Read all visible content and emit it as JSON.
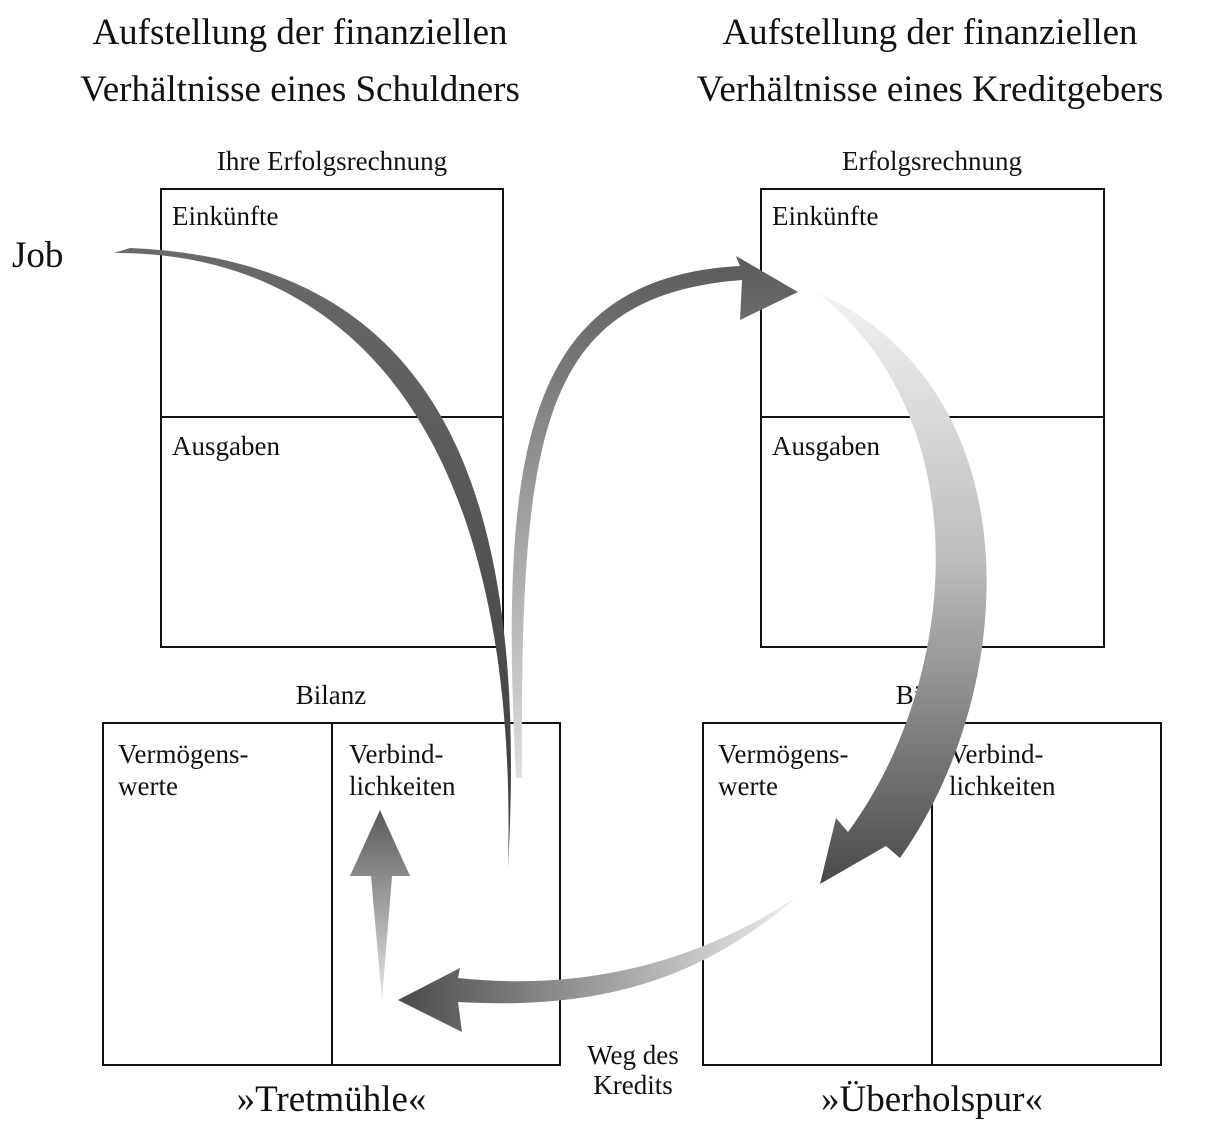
{
  "debtor": {
    "title_line1": "Aufstellung der finanziellen",
    "title_line2": "Verhältnisse eines Schuldners",
    "income_statement": {
      "header": "Ihre Erfolgsrechnung",
      "income": "Einkünfte",
      "expenses": "Ausgaben"
    },
    "balance_sheet": {
      "header": "Bilanz",
      "assets_line1": "Vermögens-",
      "assets_line2": "werte",
      "liabilities_line1": "Verbind-",
      "liabilities_line2": "lichkeiten"
    },
    "caption": "»Tretmühle«"
  },
  "creditor": {
    "title_line1": "Aufstellung der finanziellen",
    "title_line2": "Verhältnisse eines Kreditgebers",
    "income_statement": {
      "header": "Erfolgsrechnung",
      "income": "Einkünfte",
      "expenses": "Ausgaben"
    },
    "balance_sheet": {
      "header": "Bilanz",
      "assets_line1": "Vermögens-",
      "assets_line2": "werte",
      "liabilities_line1": "Verbind-",
      "liabilities_line2": "lichkeiten"
    },
    "caption": "»Überholspur«"
  },
  "job_label": "Job",
  "credit_path_line1": "Weg des",
  "credit_path_line2": "Kredits",
  "colors": {
    "border": "#111111",
    "arrow_dark": "#555555",
    "arrow_light": "#d6d6d6"
  }
}
